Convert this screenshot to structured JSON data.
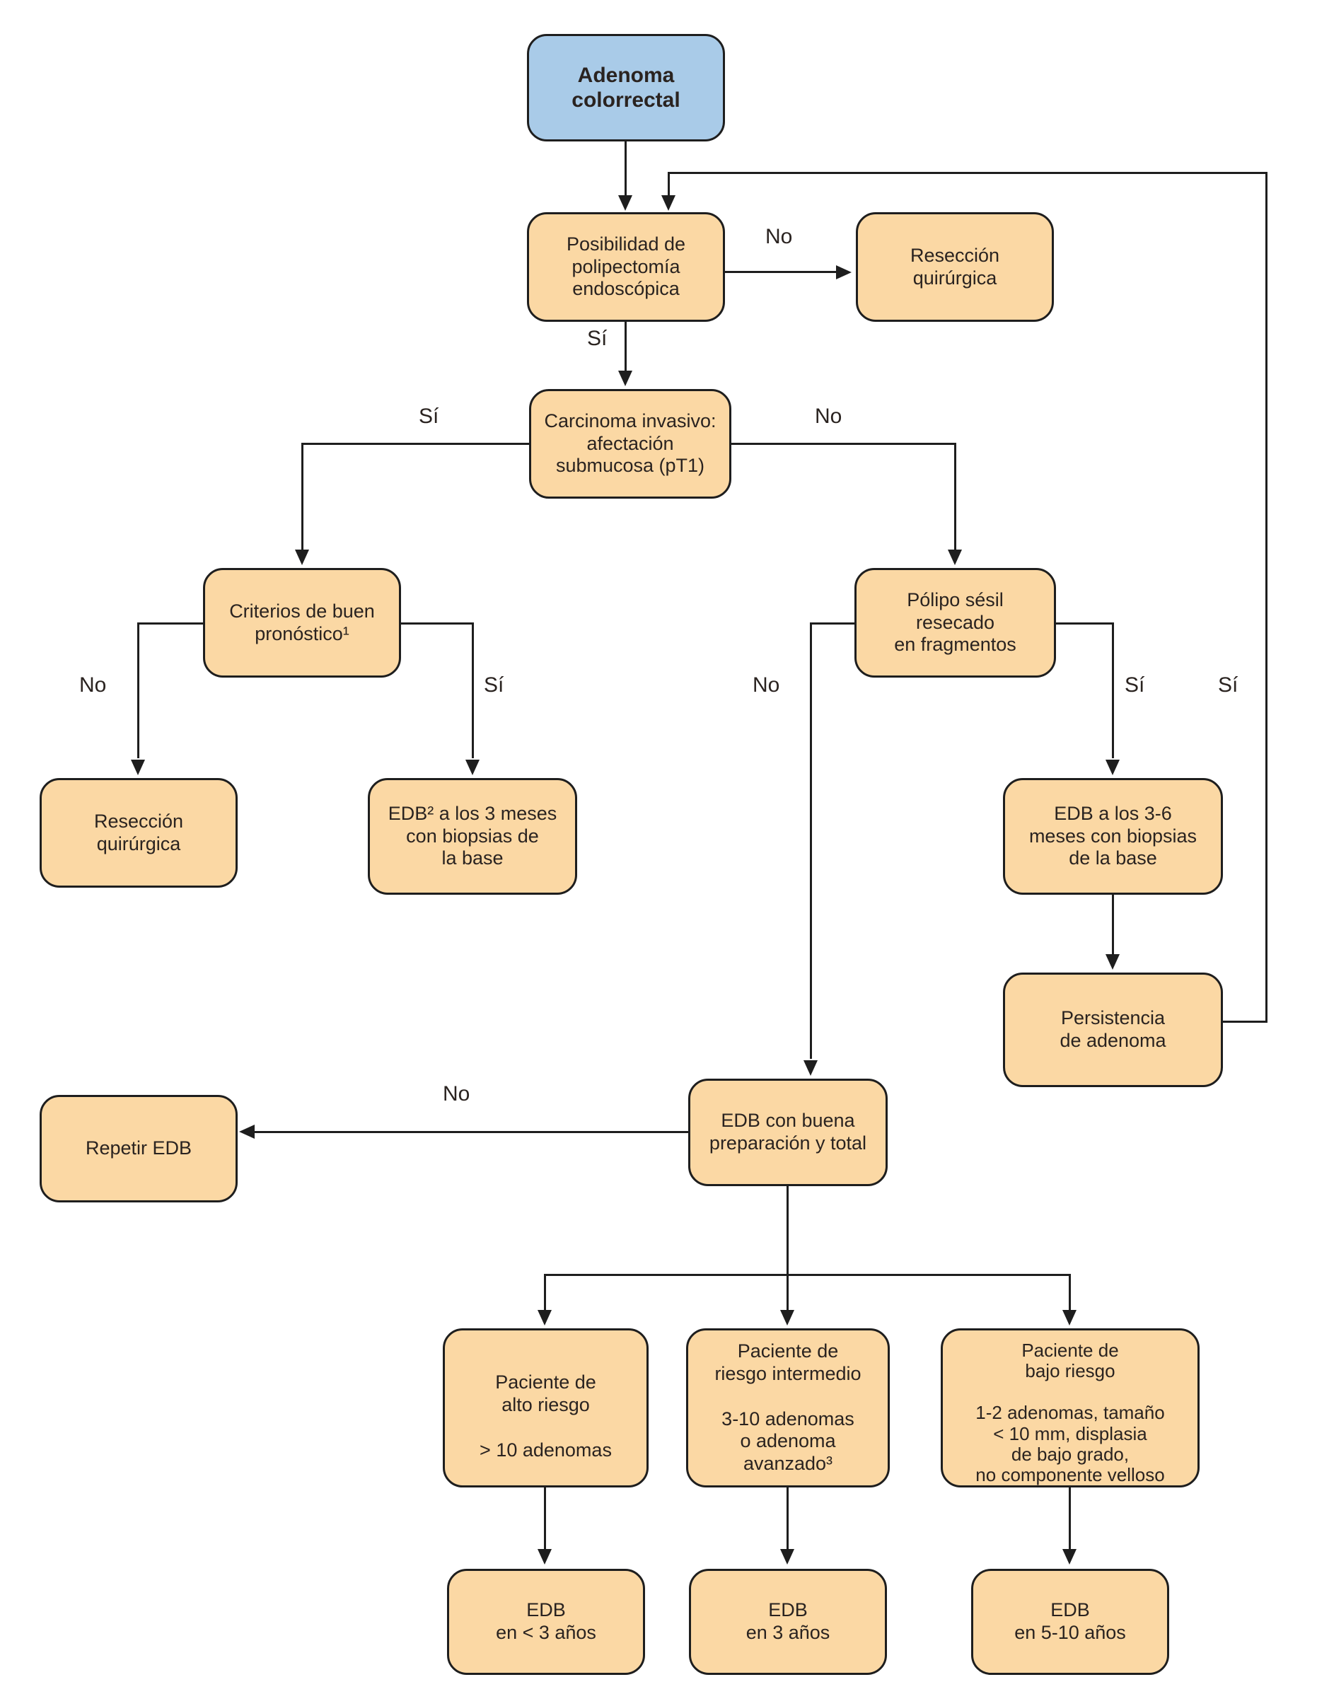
{
  "diagram": {
    "type": "flowchart",
    "language": "es",
    "topic": "Adenoma colorrectal - algoritmo de seguimiento",
    "colors": {
      "box_fill": "#fbd8a4",
      "box_fill_blue": "#a9cbe8",
      "border": "#1e1e1e",
      "text": "#2a2320",
      "line": "#1e1e1e",
      "background": "#ffffff"
    },
    "nodes": {
      "adenoma": {
        "text": "Adenoma\ncolorrectal"
      },
      "posibilidad": {
        "text": "Posibilidad de\npolipectomía\nendoscópica"
      },
      "reseccion_top": {
        "text": "Resección\nquirúrgica"
      },
      "carcinoma": {
        "text": "Carcinoma invasivo:\nafectación\nsubmucosa (pT1)"
      },
      "criterios": {
        "text": "Criterios de buen\npronóstico¹"
      },
      "polipo": {
        "text": "Pólipo sésil\nresecado\nen fragmentos"
      },
      "reseccion_left": {
        "text": "Resección\nquirúrgica"
      },
      "edb2_3meses": {
        "text": "EDB² a los 3 meses\ncon biopsias de\nla base"
      },
      "edb_3_6_meses": {
        "text": "EDB a los 3-6\nmeses con biopsias\nde la base"
      },
      "persistencia": {
        "text": "Persistencia\nde adenoma"
      },
      "repetir_edb": {
        "text": "Repetir EDB"
      },
      "edb_buena": {
        "text": "EDB con buena\npreparación y total"
      },
      "alto_riesgo": {
        "text": "Paciente de\nalto riesgo\n\n> 10 adenomas"
      },
      "riesgo_intermedio": {
        "text": "Paciente de\nriesgo intermedio\n\n3-10 adenomas\no adenoma\navanzado³"
      },
      "bajo_riesgo": {
        "text": "Paciente de\nbajo riesgo\n\n1-2 adenomas, tamaño\n< 10 mm, displasia\nde bajo grado,\nno componente velloso"
      },
      "edb_menos3": {
        "text": "EDB\nen < 3 años"
      },
      "edb_3": {
        "text": "EDB\nen 3 años"
      },
      "edb_5_10": {
        "text": "EDB\nen 5-10 años"
      }
    },
    "labels": {
      "no_top": {
        "text": "No"
      },
      "si_top": {
        "text": "Sí"
      },
      "si_carcinoma": {
        "text": "Sí"
      },
      "no_carcinoma": {
        "text": "No"
      },
      "no_criterios": {
        "text": "No"
      },
      "si_criterios": {
        "text": "Sí"
      },
      "no_polipo": {
        "text": "No"
      },
      "si_polipo": {
        "text": "Sí"
      },
      "si_persistencia": {
        "text": "Sí"
      },
      "no_edb_buena": {
        "text": "No"
      }
    }
  }
}
